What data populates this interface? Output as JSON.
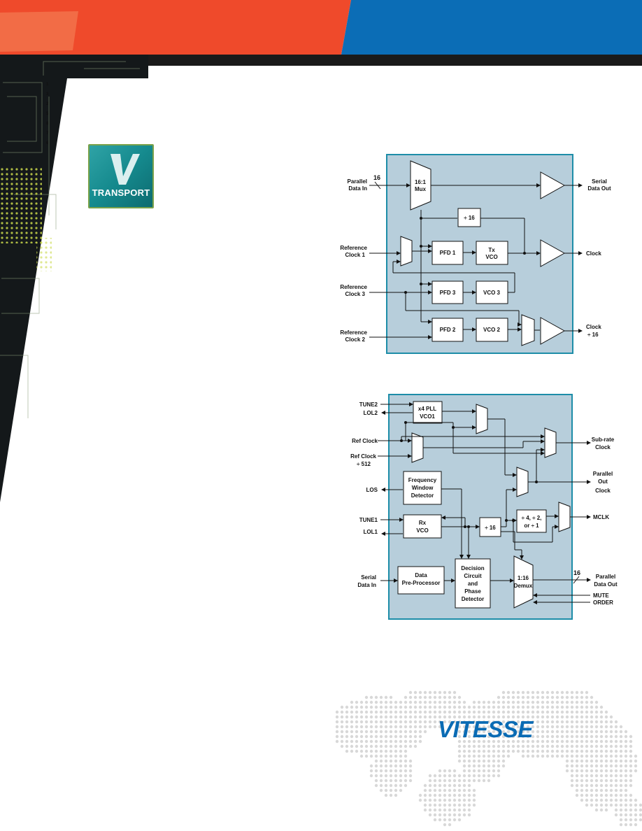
{
  "colors": {
    "header_orange": "#ef4a2b",
    "header_blue": "#0b6db6",
    "diagram_fill": "#b7cedb",
    "diagram_border": "#1d8da8",
    "logo_teal": "#1a8f93",
    "brand_blue": "#0a6bb4"
  },
  "icons": {
    "logo_mark": "v-transport-logo",
    "brand_background": "dotted-world-map"
  },
  "logo": {
    "caption": "TRANSPORT"
  },
  "brand": {
    "name": "VITESSE"
  },
  "tx": {
    "inputs": {
      "parallel_in": [
        "Parallel",
        "Data In"
      ],
      "bus_width": "16",
      "ref1": [
        "Reference",
        "Clock 1"
      ],
      "ref3": [
        "Reference",
        "Clock 3"
      ],
      "ref2": [
        "Reference",
        "Clock 2"
      ]
    },
    "outputs": {
      "serial_out": [
        "Serial",
        "Data Out"
      ],
      "clock": "Clock",
      "clock16": [
        "Clock",
        "÷ 16"
      ]
    },
    "blocks": {
      "mux": [
        "16:1",
        "Mux"
      ],
      "div16": "÷ 16",
      "pfd1": "PFD 1",
      "txvco": [
        "Tx",
        "VCO"
      ],
      "pfd3": "PFD 3",
      "vco3": "VCO 3",
      "pfd2": "PFD 2",
      "vco2": "VCO 2"
    }
  },
  "rx": {
    "inputs": {
      "tune2": "TUNE2",
      "lol2": "LOL2",
      "refclk": "Ref Clock",
      "refclk512": [
        "Ref Clock",
        "÷ 512"
      ],
      "los": "LOS",
      "tune1": "TUNE1",
      "lol1": "LOL1",
      "serial_in": [
        "Serial",
        "Data In"
      ],
      "mute": "MUTE",
      "order": "ORDER"
    },
    "outputs": {
      "subrate": [
        "Sub-rate",
        "Clock"
      ],
      "parclk": [
        "Parallel",
        "Out",
        "Clock"
      ],
      "mclk": "MCLK",
      "par_out": [
        "Parallel",
        "Data Out"
      ],
      "bus_width": "16"
    },
    "blocks": {
      "pll": [
        "x4 PLL",
        "VCO1"
      ],
      "freqwin": [
        "Frequency",
        "Window",
        "Detector"
      ],
      "rxvco": [
        "Rx",
        "VCO"
      ],
      "div16": "÷ 16",
      "div4": [
        "÷ 4, ÷ 2,",
        "or ÷ 1"
      ],
      "preproc": [
        "Data",
        "Pre-Processor"
      ],
      "decision": [
        "Decision",
        "Circuit",
        "and",
        "Phase",
        "Detector"
      ],
      "demux": [
        "1:16",
        "Demux"
      ]
    }
  }
}
